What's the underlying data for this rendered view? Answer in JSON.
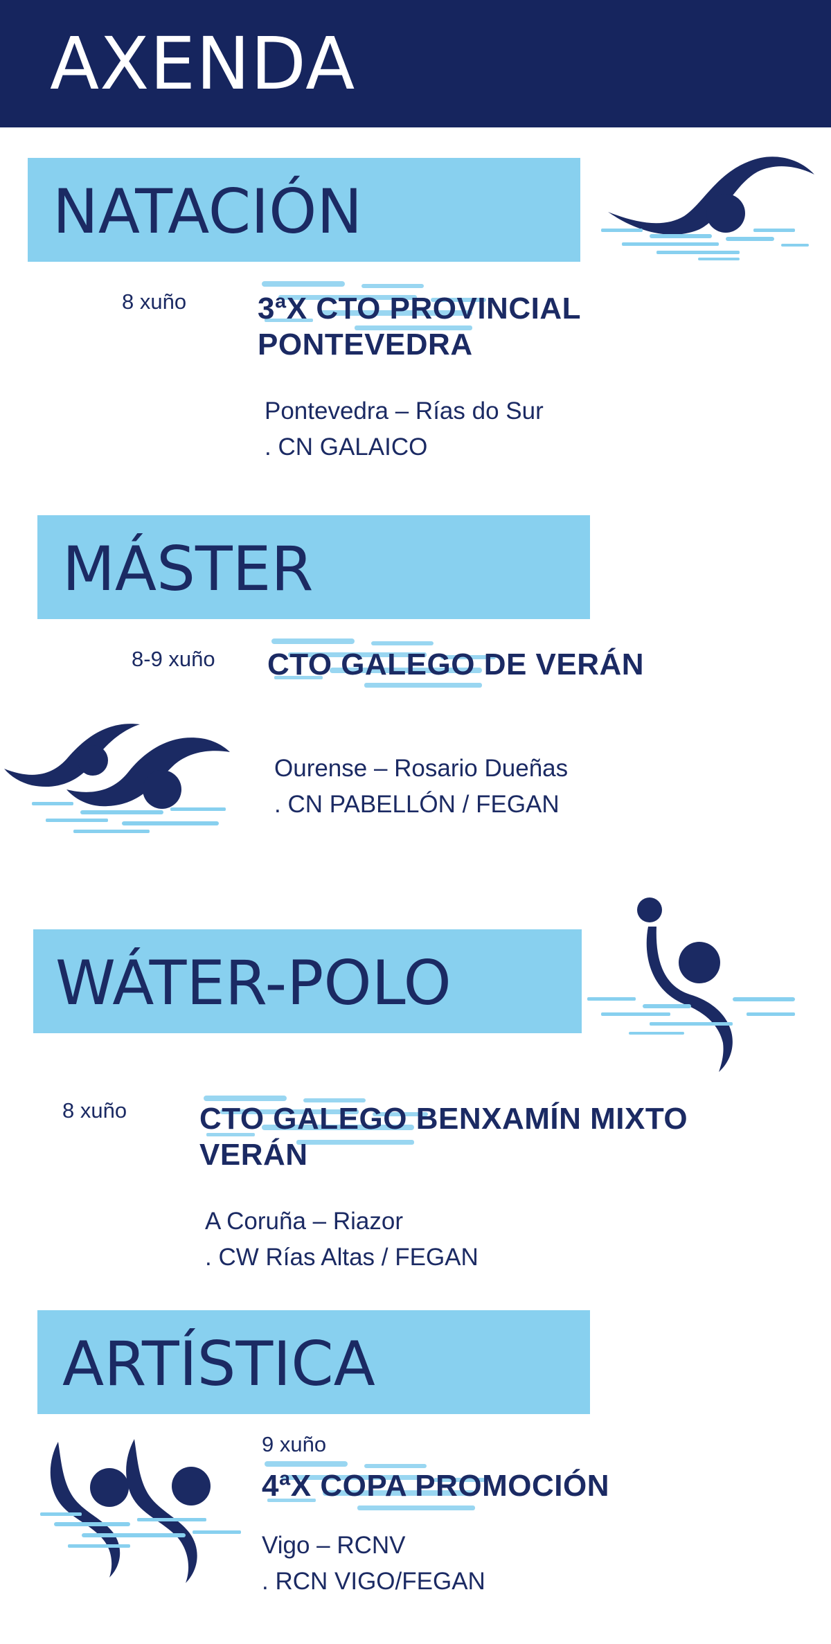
{
  "header": {
    "title": "AXENDA"
  },
  "colors": {
    "navy": "#16255e",
    "sky": "#88d0ef",
    "text": "#1b2a63"
  },
  "sections": [
    {
      "title": "NATACIÓN",
      "icon": "swimmer-icon",
      "events": [
        {
          "date": "8 xuño",
          "title_lines": [
            "3ªX CTO PROVINCIAL",
            "PONTEVEDRA"
          ],
          "venue_lines": [
            "Pontevedra – Rías do Sur",
            ". CN GALAICO"
          ]
        }
      ]
    },
    {
      "title": "MÁSTER",
      "icon": "two-swimmers-icon",
      "events": [
        {
          "date": "8-9 xuño",
          "title_lines": [
            "CTO GALEGO DE VERÁN"
          ],
          "venue_lines": [
            "Ourense – Rosario Dueñas",
            ". CN PABELLÓN  / FEGAN"
          ]
        }
      ]
    },
    {
      "title": "WÁTER-POLO",
      "icon": "water-polo-player-icon",
      "events": [
        {
          "date": "8 xuño",
          "title_lines": [
            "CTO GALEGO BENXAMÍN MIXTO",
            "VERÁN"
          ],
          "venue_lines": [
            "A Coruña – Riazor",
            ". CW Rías Altas / FEGAN"
          ]
        }
      ]
    },
    {
      "title": "ARTÍSTICA",
      "icon": "synchronized-swimmers-icon",
      "events": [
        {
          "date": "9 xuño",
          "title_lines": [
            "4ªX COPA PROMOCIÓN"
          ],
          "venue_lines": [
            "Vigo – RCNV",
            ". RCN VIGO/FEGAN"
          ]
        }
      ]
    }
  ]
}
